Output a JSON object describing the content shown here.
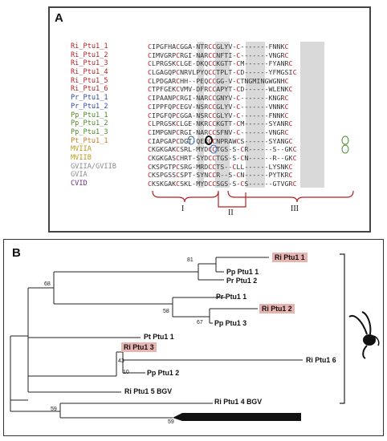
{
  "panel_a": {
    "label": "A",
    "sequences": [
      {
        "name": "Ri_Ptu1_1",
        "color": "#b22222",
        "seq": "CIPGFHACGGA-NTRCCGLYV-C-------FNNKC"
      },
      {
        "name": "Ri_Ptu1_2",
        "color": "#b22222",
        "seq": "CIMVGRPCRGI-NARCCNFTI-C-------VNGRC"
      },
      {
        "name": "Ri_Ptu1_3",
        "color": "#b22222",
        "seq": "CLPRGSKCLGE-DKQCCKGTT-CM------FYANRC"
      },
      {
        "name": "Ri_Ptu1_4",
        "color": "#b22222",
        "seq": "CLGAGQPCNRVLPYQCCTPLT-CD------YFMGSIC"
      },
      {
        "name": "Ri_Ptu1_5",
        "color": "#b22222",
        "seq": "CLPDGARCHH--PEQCCGG-V-CTNGMINGWGNHC"
      },
      {
        "name": "Ri_Ptu1_6",
        "color": "#b22222",
        "seq": "CTPFGEKCVMV-DFRCCAPYT-CD------WLENKC"
      },
      {
        "name": "Pr_Ptu1_1",
        "color": "#2e4a9e",
        "seq": "CIPAANPCRGI-NARCCGNYV-C-------KNGRC"
      },
      {
        "name": "Pr_Ptu1_2",
        "color": "#2e4a9e",
        "seq": "CIPPFQPCEGV-NSRCCGLYV-C-------VNNKC"
      },
      {
        "name": "Pp_Ptu1_1",
        "color": "#4a8a2a",
        "seq": "CIPGFQPCGGA-NSRCCGLYV-C-------FNNKC"
      },
      {
        "name": "Pp_Ptu1_2",
        "color": "#4a8a2a",
        "seq": "CLPRGSKCLGE-NKRCCKGTT-CM------SYANRC"
      },
      {
        "name": "Pp_Ptu1_3",
        "color": "#4a8a2a",
        "seq": "CIMPGNPCRGI-NARCCSFNV-C-------VNGRC"
      },
      {
        "name": "Pt_Ptu1_1",
        "color": "#c87a1e",
        "seq": "CIAPGAPCDGT-QERCCNPRAWCS------SYANGC"
      },
      {
        "name": "MVIIA",
        "color": "#b89a1a",
        "seq": "CKGKGAKCSRL-MYDCCTGS-S-CR------S--GKC"
      },
      {
        "name": "MVIIB",
        "color": "#b89a1a",
        "seq": "CKGKGASCHRT-SYDCCTGS-S-CN------R--GKC"
      },
      {
        "name": "GVIIA/GVIIB",
        "color": "#8a8a8a",
        "seq": "CKSPGTPCSRG-MRDCCTS--CLL------LYSNKC"
      },
      {
        "name": "GVIA",
        "color": "#8a8a8a",
        "seq": "CKSPGSSCSPT-SYNCCR--S-CN------PYTKRC"
      },
      {
        "name": "CVID",
        "color": "#6a2f8f",
        "seq": "CKSKGAKCSKL-MYDCCSGS-S-CS------GTVGRC"
      }
    ],
    "regions": [
      "I",
      "II",
      "III"
    ]
  },
  "panel_b": {
    "label": "B",
    "leaves": [
      {
        "id": "ri1",
        "label": "Ri Ptu1 1",
        "highlight": true
      },
      {
        "id": "pp1",
        "label": "Pp Ptu1 1",
        "highlight": false
      },
      {
        "id": "pr2",
        "label": "Pr Ptu1 2",
        "highlight": false
      },
      {
        "id": "pr1",
        "label": "Pr Ptu1 1",
        "highlight": false
      },
      {
        "id": "ri2",
        "label": "Ri Ptu1 2",
        "highlight": true
      },
      {
        "id": "pp3",
        "label": "Pp Ptu1 3",
        "highlight": false
      },
      {
        "id": "pt1",
        "label": "Pt Ptu1 1",
        "highlight": false
      },
      {
        "id": "ri3",
        "label": "Ri Ptu1 3",
        "highlight": true
      },
      {
        "id": "ri6",
        "label": "Ri Ptu1 6",
        "highlight": false
      },
      {
        "id": "pp2",
        "label": "Pp Ptu1 2",
        "highlight": false
      },
      {
        "id": "ri5",
        "label": "Ri Ptu1 5 BGV",
        "highlight": false
      },
      {
        "id": "ri4",
        "label": "Ri Ptu1 4 BGV",
        "highlight": false
      }
    ],
    "bootstrap": [
      "81",
      "68",
      "58",
      "67",
      "43",
      "10",
      "59",
      "59"
    ],
    "icon": "spider-silhouette-icon"
  }
}
